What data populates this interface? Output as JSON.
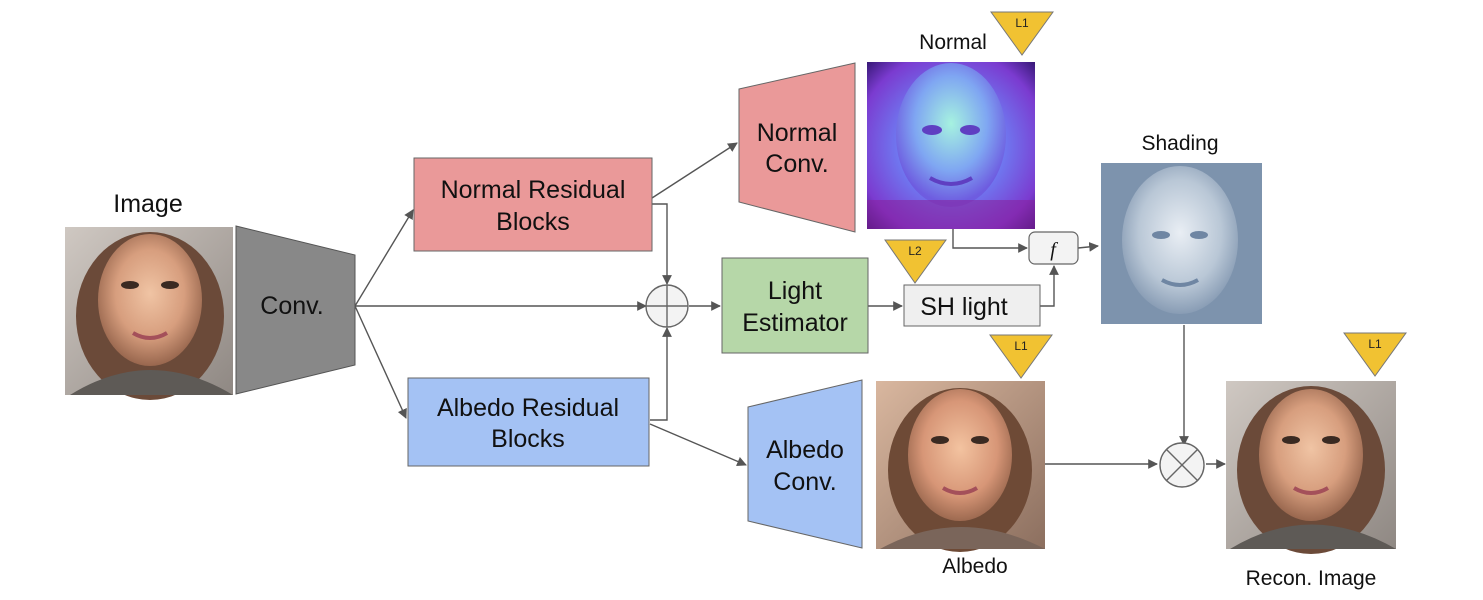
{
  "labels": {
    "image": "Image",
    "conv": "Conv.",
    "normal_residual": [
      "Normal Residual",
      "Blocks"
    ],
    "albedo_residual": [
      "Albedo Residual",
      "Blocks"
    ],
    "normal_conv": [
      "Normal",
      "Conv."
    ],
    "albedo_conv": [
      "Albedo",
      "Conv."
    ],
    "light_estimator": [
      "Light",
      "Estimator"
    ],
    "sh_light": "SH light",
    "normal": "Normal",
    "shading": "Shading",
    "albedo": "Albedo",
    "recon": "Recon. Image",
    "f_symbol": "f"
  },
  "loss_badges": {
    "normal": "L1",
    "sh_light": "L2",
    "albedo": "L1",
    "recon": "L1"
  },
  "colors": {
    "conv": "#888888",
    "normal_branch": "#ea9999",
    "albedo_branch": "#a4c2f4",
    "light_estimator": "#b6d7a8",
    "sh_light": "#efefef",
    "badge": "#f1c232",
    "arrow": "#555555"
  },
  "icons": {
    "sum_node": "circled-plus-icon",
    "product_node": "circled-times-icon",
    "loss_badge": "down-triangle-icon"
  }
}
